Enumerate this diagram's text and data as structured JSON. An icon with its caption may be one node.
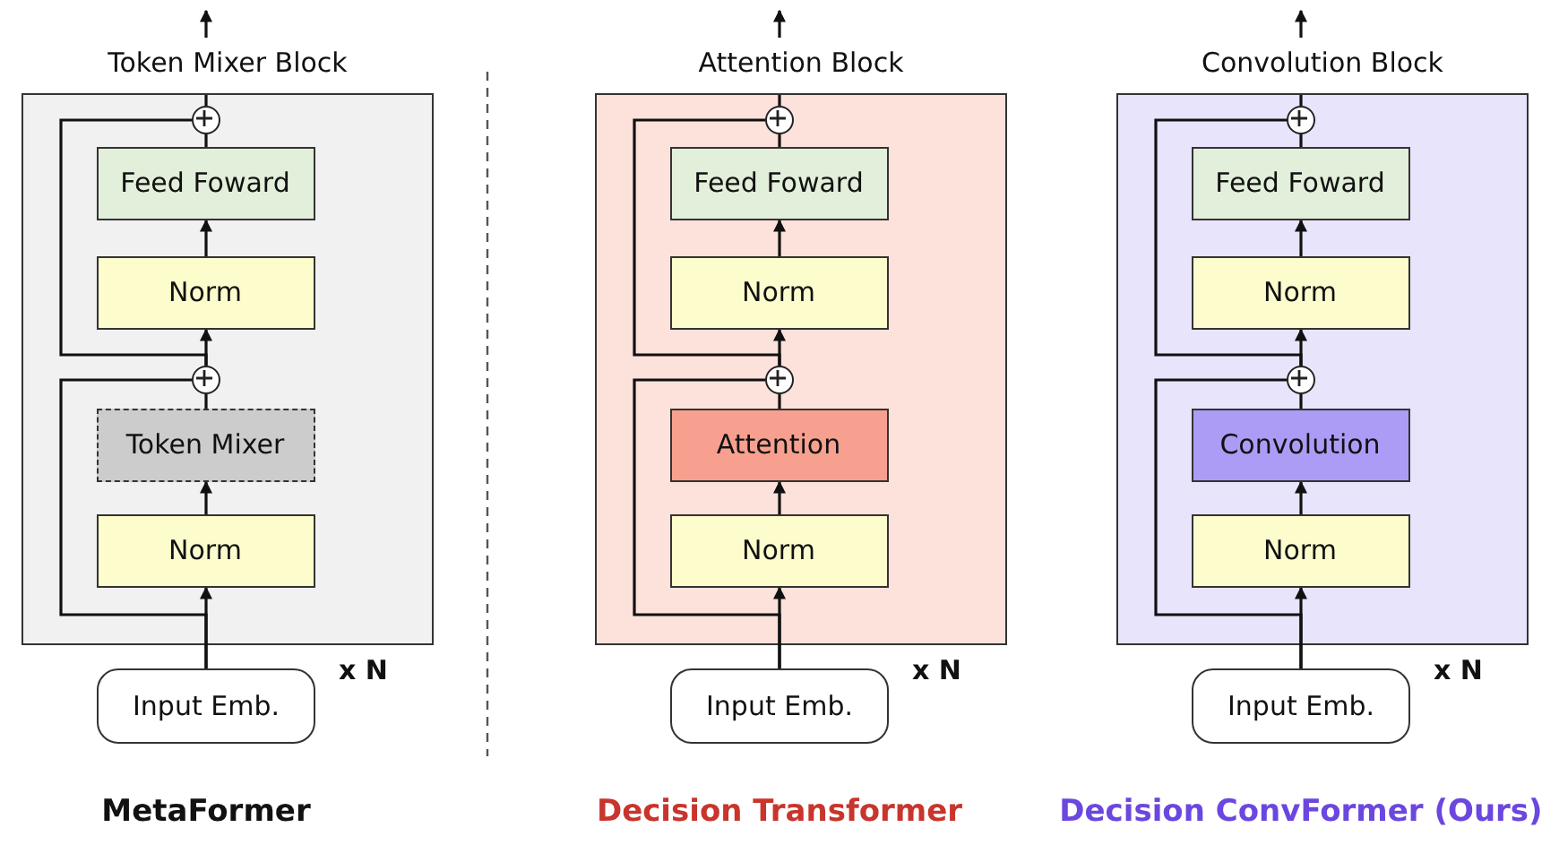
{
  "diagram": {
    "nodes": [
      {
        "text": [
          "Token Mixer Block"
        ],
        "beside": [
          "x N"
        ]
      },
      {
        "text": [],
        "shape": "circle",
        "in": 0
      },
      {
        "text": [
          "Feed Foward"
        ],
        "in": 0
      },
      {
        "text": [
          "Norm"
        ],
        "in": 0
      },
      {
        "text": [],
        "shape": "circle",
        "in": 0
      },
      {
        "text": [
          "Token Mixer"
        ],
        "in": 0
      },
      {
        "text": [
          "Norm"
        ],
        "in": 0
      },
      {
        "text": [
          "Input Emb."
        ]
      },
      {
        "text": [
          "Attention Block"
        ],
        "beside": [
          "x N"
        ]
      },
      {
        "text": [],
        "shape": "circle",
        "in": 8
      },
      {
        "text": [
          "Feed Foward"
        ],
        "in": 8
      },
      {
        "text": [
          "Norm"
        ],
        "in": 8
      },
      {
        "text": [],
        "shape": "circle",
        "in": 8
      },
      {
        "text": [
          "Attention"
        ],
        "in": 8
      },
      {
        "text": [
          "Norm"
        ],
        "in": 8
      },
      {
        "text": [
          "Input Emb."
        ]
      },
      {
        "text": [
          "Convolution Block"
        ],
        "beside": [
          "x N"
        ]
      },
      {
        "text": [],
        "shape": "circle",
        "in": 16
      },
      {
        "text": [
          "Feed Foward"
        ],
        "in": 16
      },
      {
        "text": [
          "Norm"
        ],
        "in": 16
      },
      {
        "text": [],
        "shape": "circle",
        "in": 16
      },
      {
        "text": [
          "Convolution"
        ],
        "in": 16
      },
      {
        "text": [
          "Norm"
        ],
        "in": 16
      },
      {
        "text": [
          "Input Emb."
        ]
      }
    ],
    "edges": [
      {
        "from": 7,
        "to": 6,
        "arrow": "to"
      },
      {
        "from": 7,
        "to": 4,
        "arrow": "none"
      },
      {
        "from": 6,
        "to": 5,
        "arrow": "to"
      },
      {
        "from": 5,
        "to": 4,
        "arrow": "none"
      },
      {
        "from": 4,
        "to": 3,
        "arrow": "to"
      },
      {
        "from": 4,
        "to": 1,
        "arrow": "none"
      },
      {
        "from": 3,
        "to": 2,
        "arrow": "to"
      },
      {
        "from": 2,
        "to": 1,
        "arrow": "none"
      },
      {
        "from": 1,
        "to": null,
        "arrow": "to"
      },
      {
        "from": 15,
        "to": 14,
        "arrow": "to"
      },
      {
        "from": 15,
        "to": 12,
        "arrow": "none"
      },
      {
        "from": 14,
        "to": 13,
        "arrow": "to"
      },
      {
        "from": 13,
        "to": 12,
        "arrow": "none"
      },
      {
        "from": 12,
        "to": 11,
        "arrow": "to"
      },
      {
        "from": 12,
        "to": 9,
        "arrow": "none"
      },
      {
        "from": 11,
        "to": 10,
        "arrow": "to"
      },
      {
        "from": 10,
        "to": 9,
        "arrow": "none"
      },
      {
        "from": 9,
        "to": null,
        "arrow": "to"
      },
      {
        "from": 23,
        "to": 22,
        "arrow": "to"
      },
      {
        "from": 23,
        "to": 20,
        "arrow": "none"
      },
      {
        "from": 22,
        "to": 21,
        "arrow": "to"
      },
      {
        "from": 21,
        "to": 20,
        "arrow": "none"
      },
      {
        "from": 20,
        "to": 19,
        "arrow": "to"
      },
      {
        "from": 20,
        "to": 17,
        "arrow": "none"
      },
      {
        "from": 19,
        "to": 18,
        "arrow": "to"
      },
      {
        "from": 18,
        "to": 17,
        "arrow": "none"
      },
      {
        "from": 17,
        "to": null,
        "arrow": "to"
      }
    ],
    "labels": [
      "MetaFormer",
      "Decision Transformer",
      "Decision ConvFormer (Ours)"
    ]
  }
}
